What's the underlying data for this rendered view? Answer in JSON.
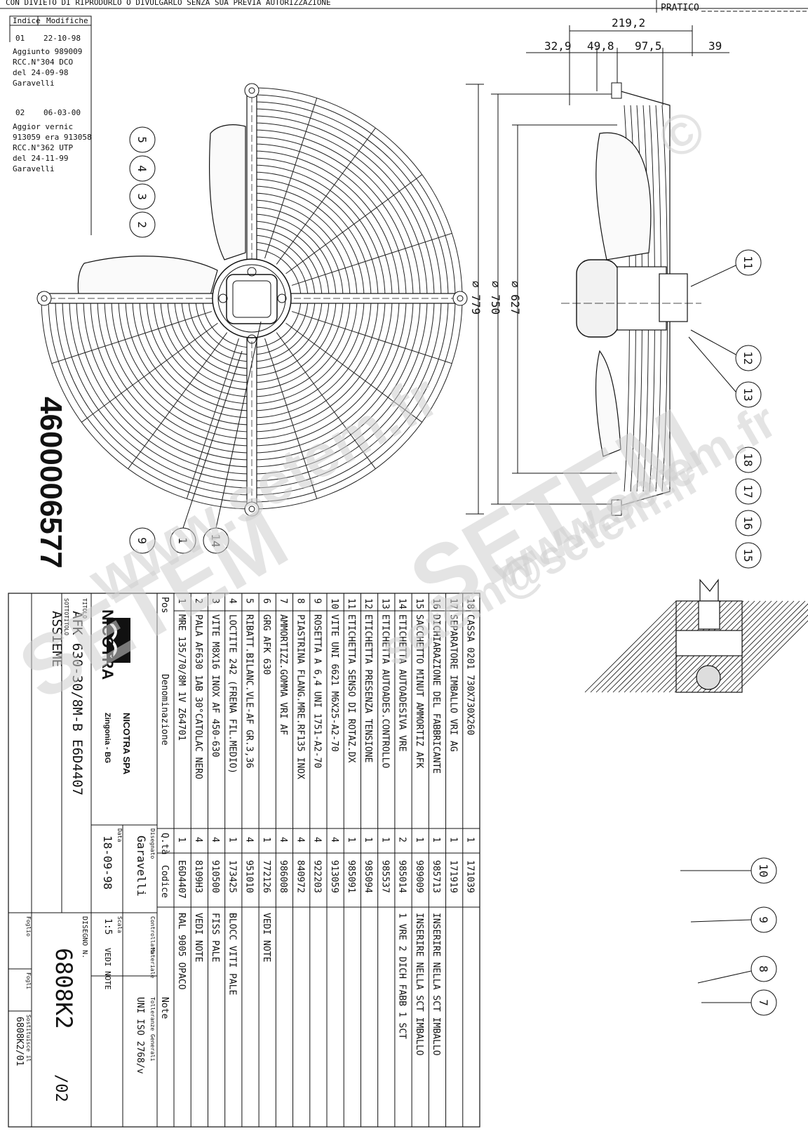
{
  "header": {
    "notice": "CON DIVIETO DI RIPRODURLO O DIVULGARLO SENZA SUA PREVIA AUTORIZZAZIONE",
    "pratico": "PRATICO"
  },
  "revisions": {
    "col_indice": "Indice",
    "col_modifiche": "Modifiche",
    "entries": [
      {
        "index": "01",
        "date": "22-10-98",
        "lines": [
          "Aggiunto 989009",
          "RCC.N°304   DCO",
          "del 24-09-98",
          "Garavelli"
        ]
      },
      {
        "index": "02",
        "date": "06-03-00",
        "lines": [
          "Aggior vernic",
          "913059 era 913058",
          "RCC.N°362   UTP",
          "del 24-11-99",
          "Garavelli"
        ]
      }
    ]
  },
  "part_number": "4600006577",
  "dimensions": {
    "overall_depth": "219,2",
    "d1": "32,9",
    "d2": "49,8",
    "d3": "97,5",
    "d4": "39",
    "dia_779": "⌀ 779",
    "dia_750": "⌀ 750",
    "dia_627": "⌀ 627"
  },
  "balloons_front": [
    "5",
    "4",
    "3",
    "2",
    "9",
    "1",
    "14"
  ],
  "balloons_side": [
    "11",
    "12",
    "13",
    "18",
    "17",
    "16",
    "15"
  ],
  "balloons_bottom": [
    "10",
    "9",
    "8",
    "7"
  ],
  "bom": {
    "col_pos": "Pos",
    "col_denominazione": "Denominazione",
    "col_qta": "Q.tà",
    "col_codice": "Codice",
    "col_note": "Note",
    "rows": [
      {
        "pos": "18",
        "name": "CASSA 0201 730X730X260",
        "qty": "1",
        "code": "171039",
        "note": ""
      },
      {
        "pos": "17",
        "name": "SEPARATORE IMBALLO VRI AG",
        "qty": "1",
        "code": "171919",
        "note": ""
      },
      {
        "pos": "16",
        "name": "DICHIARAZIONE DEL FABBRICANTE",
        "qty": "1",
        "code": "985713",
        "note": "INSERIRE NELLA SCT IMBALLO"
      },
      {
        "pos": "15",
        "name": "SACCHETTO MINUT AMMORTIZ AFK",
        "qty": "1",
        "code": "989009",
        "note": "INSERIRE NELLA SCT IMBALLO"
      },
      {
        "pos": "14",
        "name": "ETICHETTA AUTOADESIVA VRE",
        "qty": "2",
        "code": "985014",
        "note": "1 VRE 2 DICH FABB 1 SCT"
      },
      {
        "pos": "13",
        "name": "ETICHETTA AUTOADES.CONTROLLO",
        "qty": "1",
        "code": "985537",
        "note": ""
      },
      {
        "pos": "12",
        "name": "ETICHETTA PRESENZA TENSIONE",
        "qty": "1",
        "code": "985094",
        "note": ""
      },
      {
        "pos": "11",
        "name": "ETICHETTA SENSO DI ROTAZ.DX",
        "qty": "1",
        "code": "985091",
        "note": ""
      },
      {
        "pos": "10",
        "name": "VITE UNI 6621 M6X25-A2-70",
        "qty": "4",
        "code": "913059",
        "note": ""
      },
      {
        "pos": "9",
        "name": "ROSETTA A 6,4 UNI 1751-A2-70",
        "qty": "4",
        "code": "922203",
        "note": ""
      },
      {
        "pos": "8",
        "name": "PIASTRINA FLANG.MRE.RF135 INOX",
        "qty": "4",
        "code": "840972",
        "note": ""
      },
      {
        "pos": "7",
        "name": "AMMORTIZZ.GOMMA VRI AF",
        "qty": "4",
        "code": "986008",
        "note": ""
      },
      {
        "pos": "6",
        "name": "GRG AFK 630",
        "qty": "1",
        "code": "772126",
        "note": "VEDI NOTE"
      },
      {
        "pos": "5",
        "name": "RIBATT.BILANC.VLE-AF GR.3,36",
        "qty": "4",
        "code": "951010",
        "note": ""
      },
      {
        "pos": "4",
        "name": "LOCTITE 242 (FRENA FIL.MEDIO)",
        "qty": "1",
        "code": "173425",
        "note": "BLOCC VITI PALE"
      },
      {
        "pos": "3",
        "name": "VITE M8X16 INOX AF 450-630",
        "qty": "4",
        "code": "910500",
        "note": "FISS PALE"
      },
      {
        "pos": "2",
        "name": "PALA AF630 1AB 30°CATOLAC NERO",
        "qty": "4",
        "code": "8109H3",
        "note": "VEDI NOTE"
      },
      {
        "pos": "1",
        "name": "MRE 135/70/8M 1V Z64701",
        "qty": "1",
        "code": "E6D4407",
        "note": "RAL 9005 OPACO"
      }
    ]
  },
  "title_block": {
    "company": "NICOTRA",
    "company_full": "NICOTRA SPA",
    "location": "Zingonia - BG",
    "titolo_label": "TITOLO",
    "titolo": "AFK 630-30/8M-B   E6D4407",
    "sottotitolo_label": "SOTTOTITOLO",
    "sottotitolo": "ASSIEME",
    "disegnato_label": "Disegnato",
    "disegnato": "Garavelli",
    "controllato_label": "Controllato",
    "materiale_label": "Materiale",
    "materiale": "VEDI NOTE",
    "tolleranze_label": "Tolleranze Generali",
    "tolleranze": "UNI ISO 2768/v",
    "data_label": "Data",
    "data": "18-09-98",
    "scala_label": "Scala",
    "scala": "1:5",
    "disegno_label": "DISEGNO N.",
    "disegno": "6808K2",
    "revisione": "/02",
    "foglio_label": "Foglio",
    "fogli_label": "Fogli",
    "sostituisce_label": "Sostituisce il",
    "sostituisce": "6808K2/01"
  },
  "watermark": {
    "brand": "SETEM",
    "url": "www.setem.fr",
    "email": "setem@setem.fr",
    "mark": "©"
  }
}
